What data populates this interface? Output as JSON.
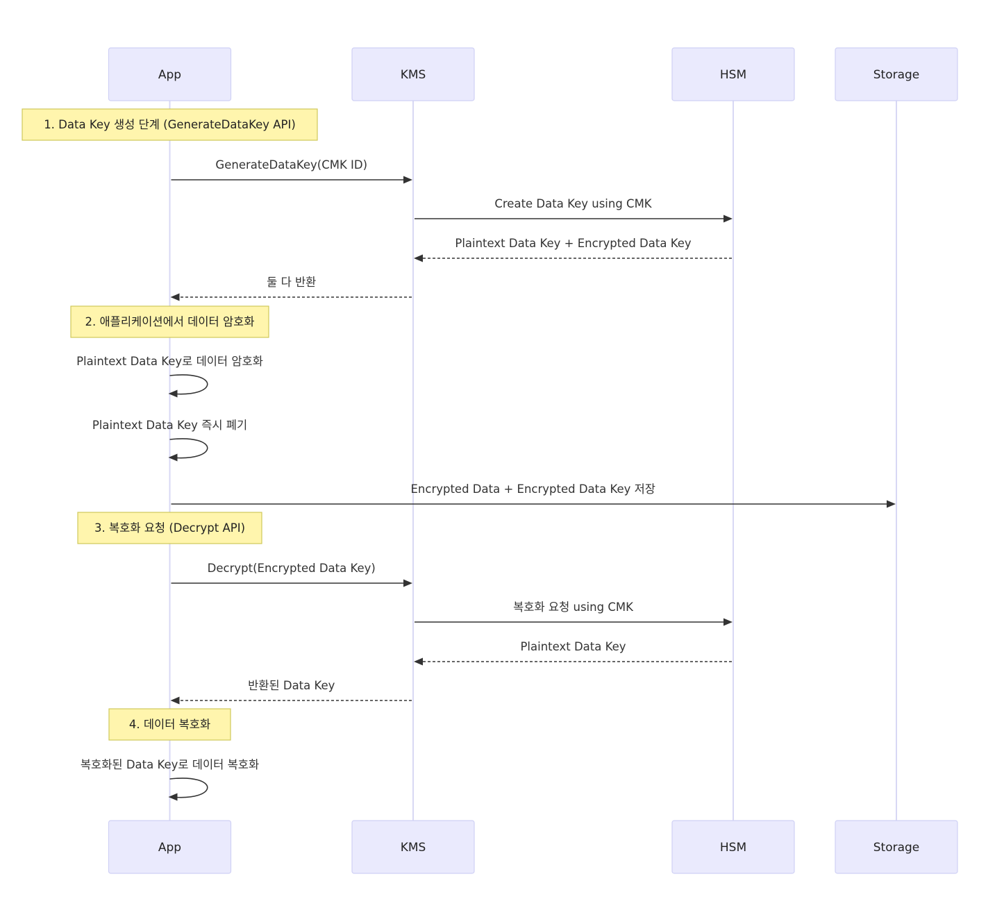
{
  "participants": [
    {
      "id": "app",
      "label": "App"
    },
    {
      "id": "kms",
      "label": "KMS"
    },
    {
      "id": "hsm",
      "label": "HSM"
    },
    {
      "id": "storage",
      "label": "Storage"
    }
  ],
  "notes": [
    {
      "id": "note1",
      "text": "1. Data Key 생성 단계 (GenerateDataKey API)"
    },
    {
      "id": "note2",
      "text": "2. 애플리케이션에서 데이터 암호화"
    },
    {
      "id": "note3",
      "text": "3. 복호화 요청 (Decrypt API)"
    },
    {
      "id": "note4",
      "text": "4. 데이터 복호화"
    }
  ],
  "messages": [
    {
      "from": "app",
      "to": "kms",
      "text": "GenerateDataKey(CMK ID)",
      "style": "solid"
    },
    {
      "from": "kms",
      "to": "hsm",
      "text": "Create Data Key using CMK",
      "style": "solid"
    },
    {
      "from": "hsm",
      "to": "kms",
      "text": "Plaintext Data Key + Encrypted Data Key",
      "style": "dashed"
    },
    {
      "from": "kms",
      "to": "app",
      "text": "둘 다 반환",
      "style": "dashed"
    },
    {
      "from": "app",
      "to": "app",
      "text": "Plaintext Data Key로 데이터 암호화",
      "style": "self"
    },
    {
      "from": "app",
      "to": "app",
      "text": "Plaintext Data Key 즉시 폐기",
      "style": "self"
    },
    {
      "from": "app",
      "to": "storage",
      "text": "Encrypted Data + Encrypted Data Key 저장",
      "style": "solid"
    },
    {
      "from": "app",
      "to": "kms",
      "text": "Decrypt(Encrypted Data Key)",
      "style": "solid"
    },
    {
      "from": "kms",
      "to": "hsm",
      "text": "복호화 요청 using CMK",
      "style": "solid"
    },
    {
      "from": "hsm",
      "to": "kms",
      "text": "Plaintext Data Key",
      "style": "dashed"
    },
    {
      "from": "kms",
      "to": "app",
      "text": "반환된 Data Key",
      "style": "dashed"
    },
    {
      "from": "app",
      "to": "app",
      "text": "복호화된 Data Key로 데이터 복호화",
      "style": "self"
    }
  ]
}
